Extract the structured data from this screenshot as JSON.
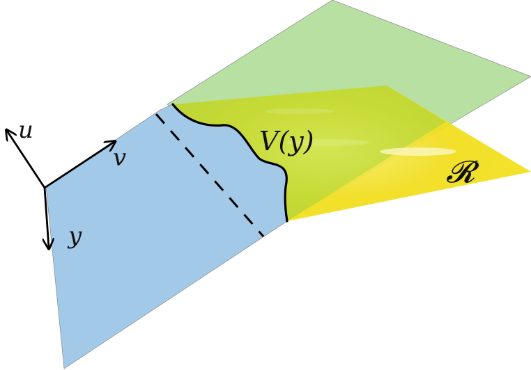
{
  "labels": {
    "u": "u",
    "v": "v",
    "y": "y",
    "V": "V(y)",
    "R": "𝓡"
  },
  "colors": {
    "blue_plane": "#a3c9e8",
    "green_plane": "#b6e09e",
    "yellow_region": "#f2e01e",
    "boundary": "#000000"
  }
}
